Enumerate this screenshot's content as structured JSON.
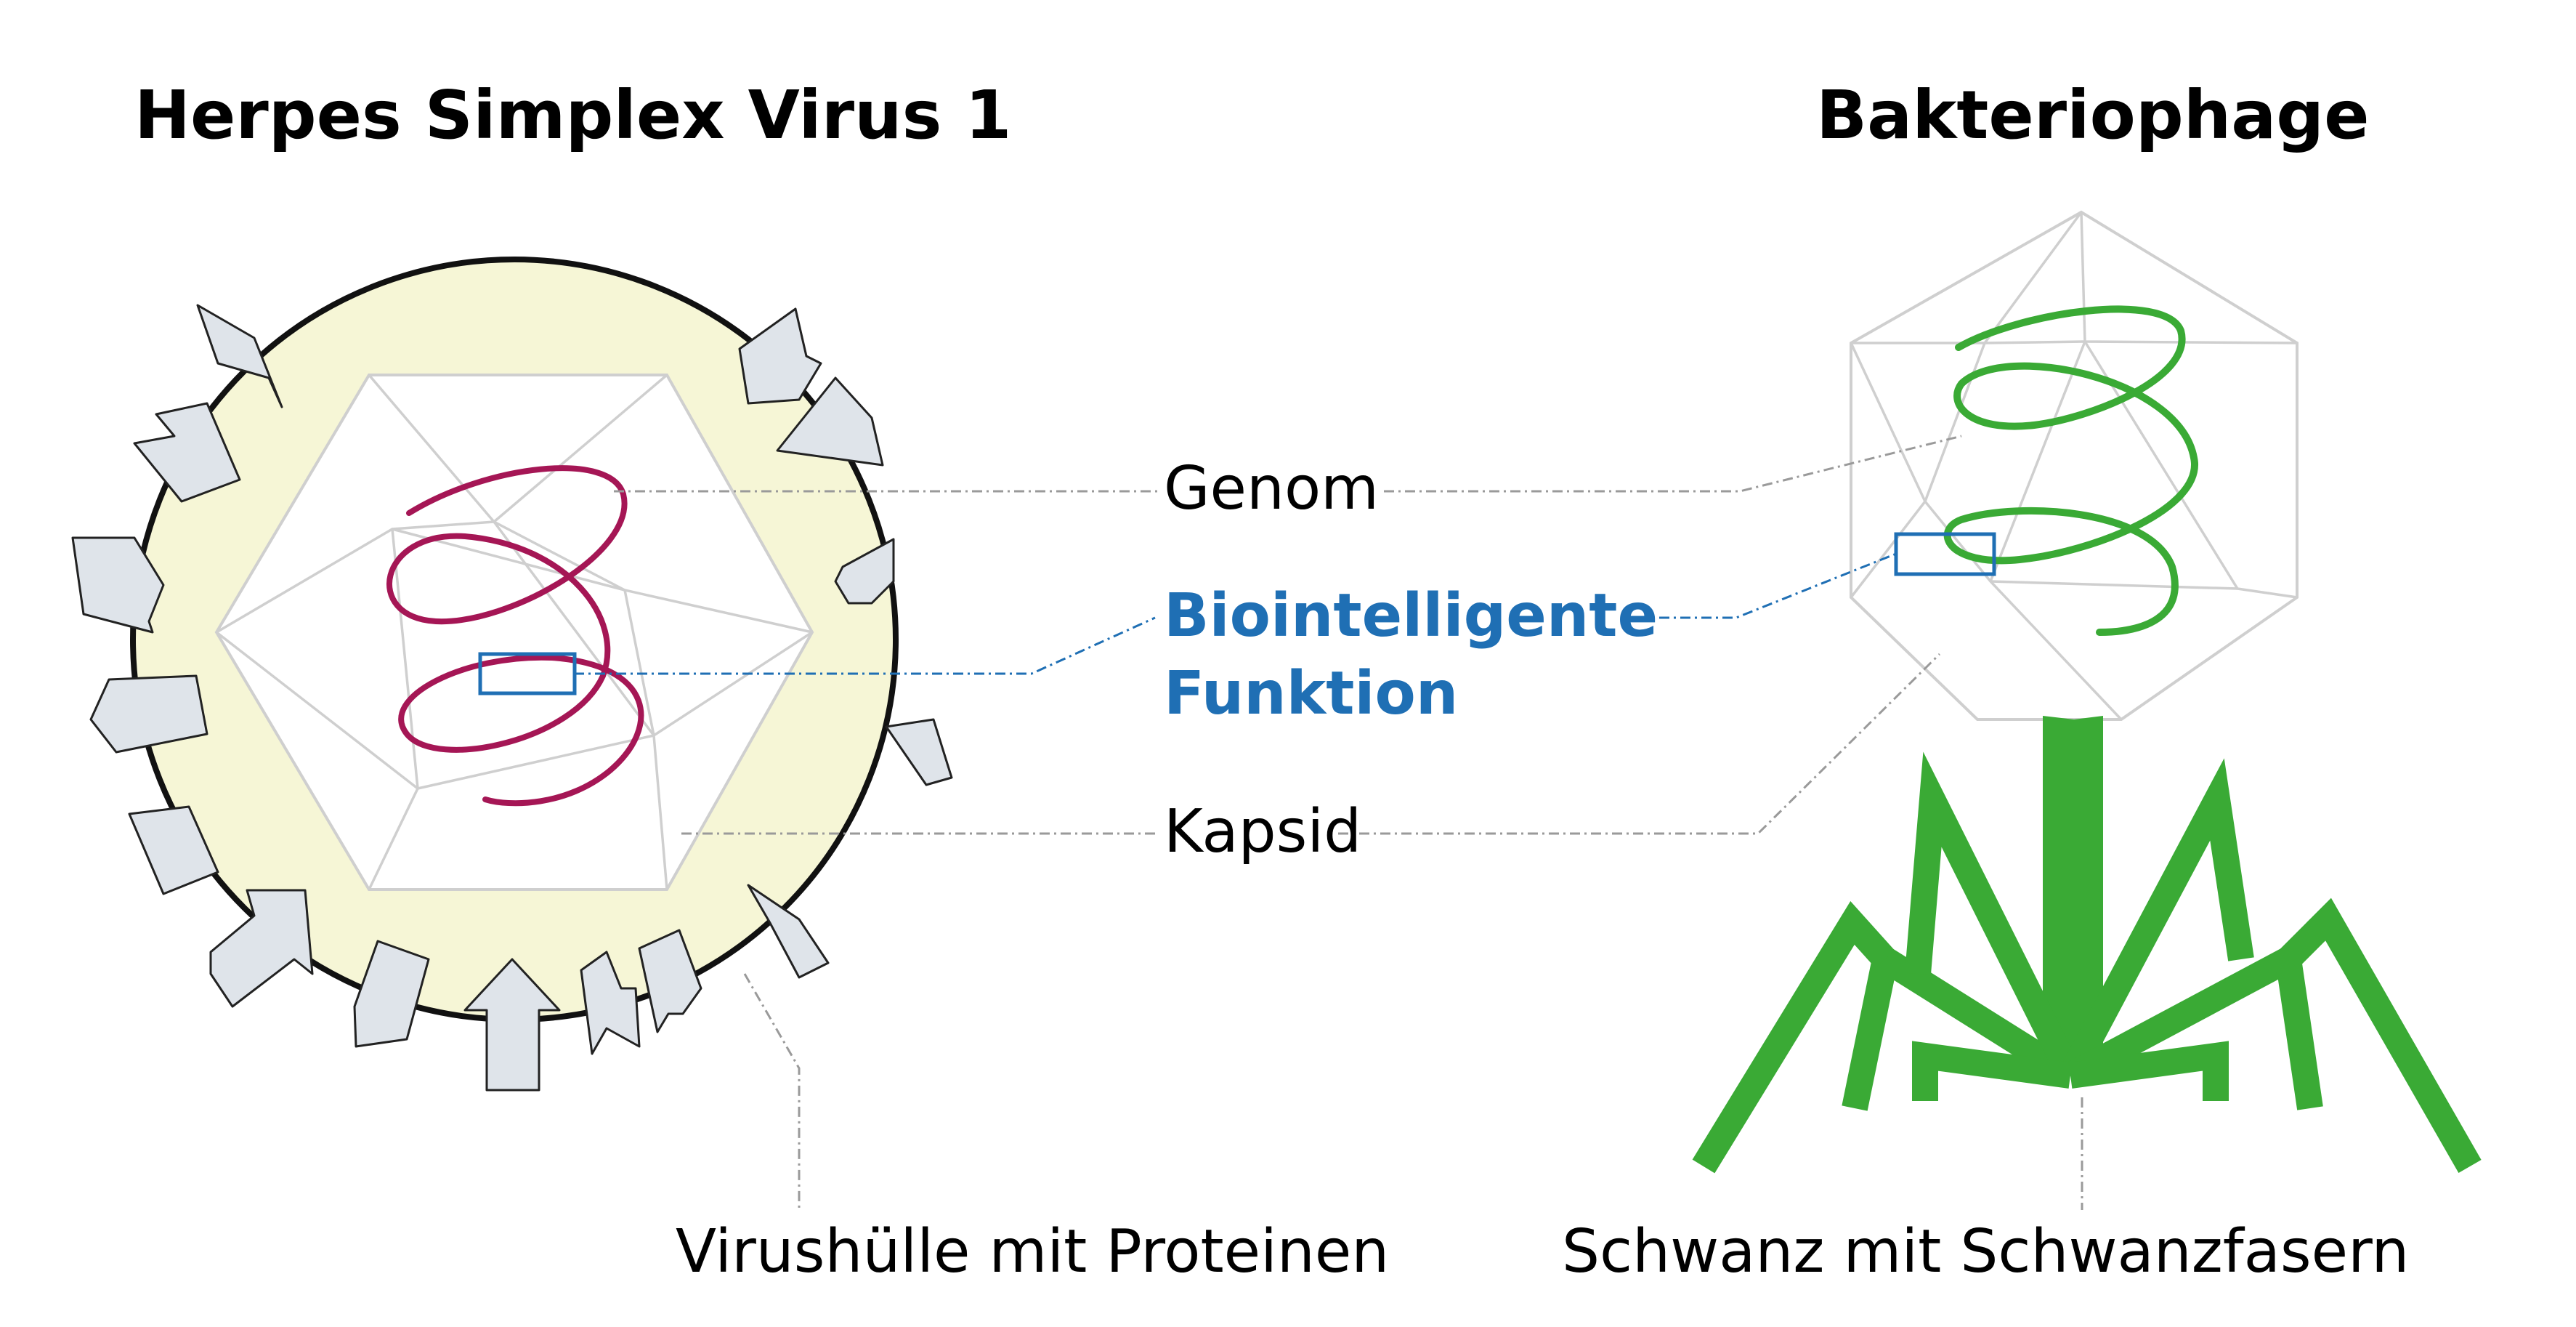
{
  "titles": {
    "left": "Herpes Simplex Virus 1",
    "right": "Bakteriophage"
  },
  "labels": {
    "genome": "Genom",
    "function_line1": "Biointelligente",
    "function_line2": "Funktion",
    "capsid": "Kapsid",
    "envelope": "Virushülle mit Proteinen",
    "tail": "Schwanz mit Schwanzfasern"
  },
  "colors": {
    "accent_blue": "#1f6fb4",
    "hsv_genome": "#a51655",
    "envelope_fill": "#f6f6d6",
    "phage_green": "#3aaa35",
    "protein_fill": "#dfe4ea",
    "mesh_stroke": "#cfcfcf"
  }
}
